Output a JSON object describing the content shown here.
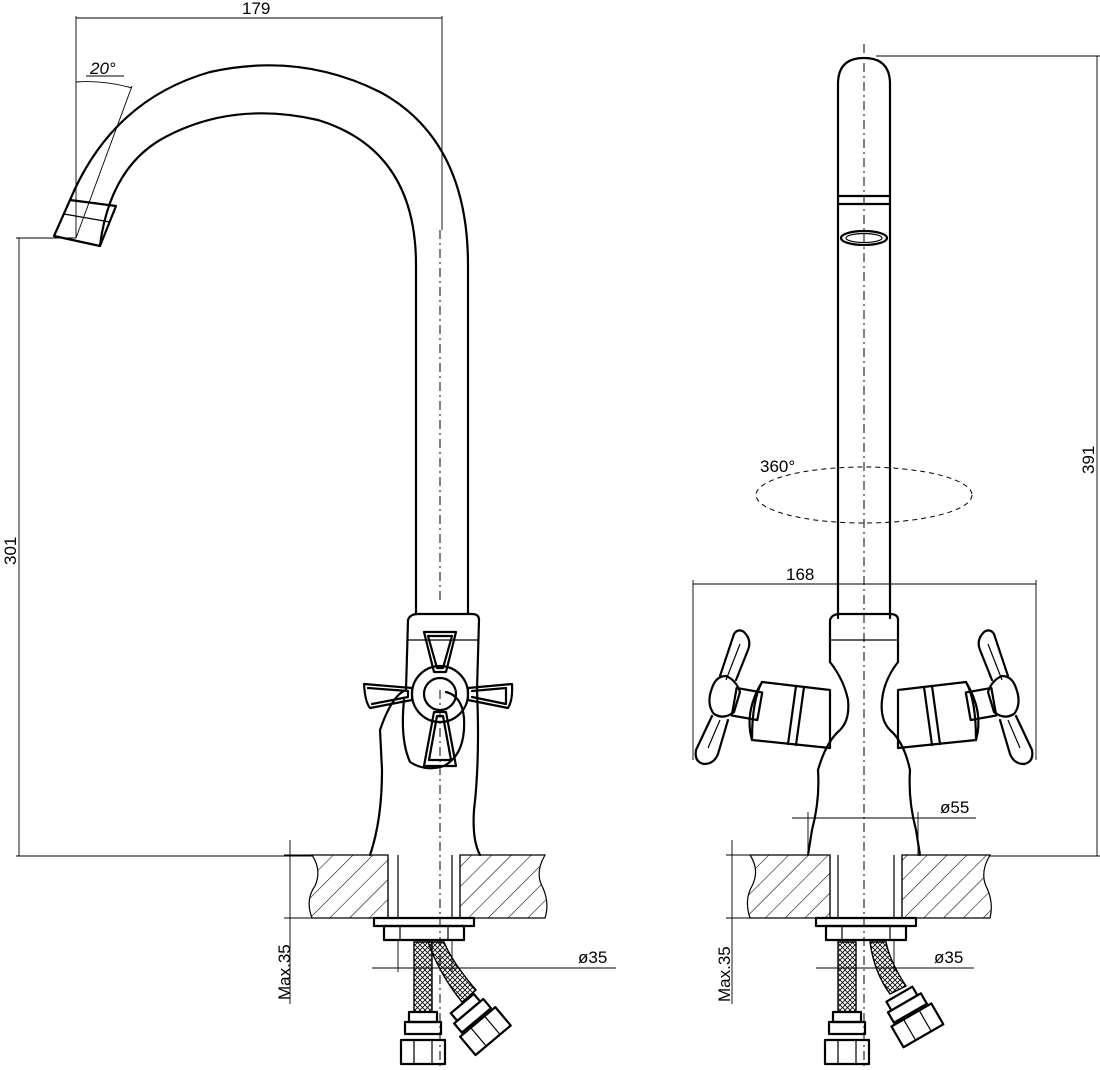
{
  "left_view": {
    "width_label": "179",
    "height_label": "301",
    "angle_label": "20°",
    "thickness_label": "Max.35",
    "diameter_label": "ø35"
  },
  "right_view": {
    "height_label": "391",
    "rotation_label": "360°",
    "spread_label": "168",
    "base_diameter_label": "ø55",
    "thickness_label": "Max.35",
    "diameter_label": "ø35"
  }
}
